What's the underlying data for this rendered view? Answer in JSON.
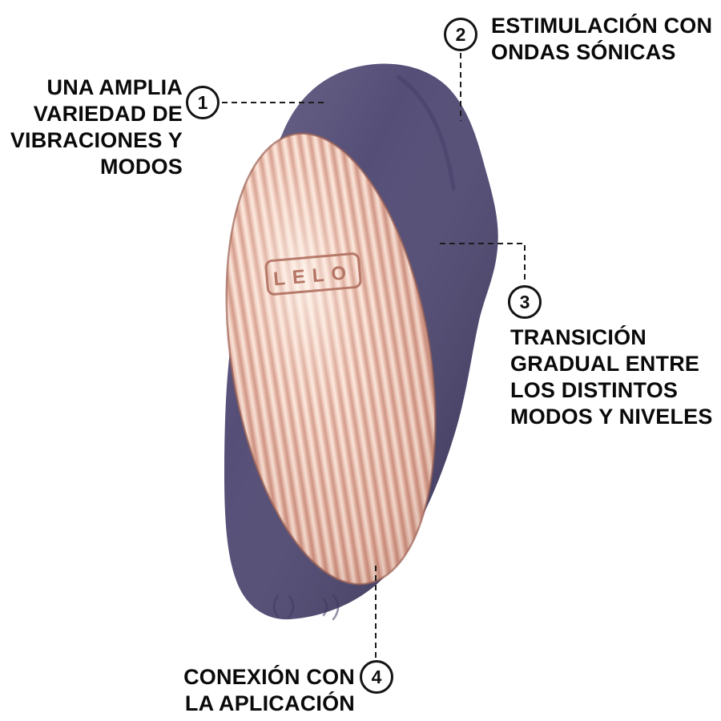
{
  "product": {
    "brand": "LELO",
    "logo_text": "LELO",
    "body_color": "#554e77",
    "face_highlight": "#fdeee6",
    "face_midtone": "#edc3b3",
    "face_shadow": "#c98d7e"
  },
  "callouts": [
    {
      "number": "1",
      "lines": [
        "UNA AMPLIA",
        "VARIEDAD DE",
        "VIBRACIONES Y",
        "MODOS"
      ]
    },
    {
      "number": "2",
      "lines": [
        "ESTIMULACIÓN CON",
        "ONDAS SÓNICAS"
      ]
    },
    {
      "number": "3",
      "lines": [
        "TRANSICIÓN",
        "GRADUAL ENTRE",
        "LOS DISTINTOS",
        "MODOS Y NIVELES"
      ]
    },
    {
      "number": "4",
      "lines": [
        "CONEXIÓN CON",
        "LA APLICACIÓN"
      ]
    }
  ]
}
